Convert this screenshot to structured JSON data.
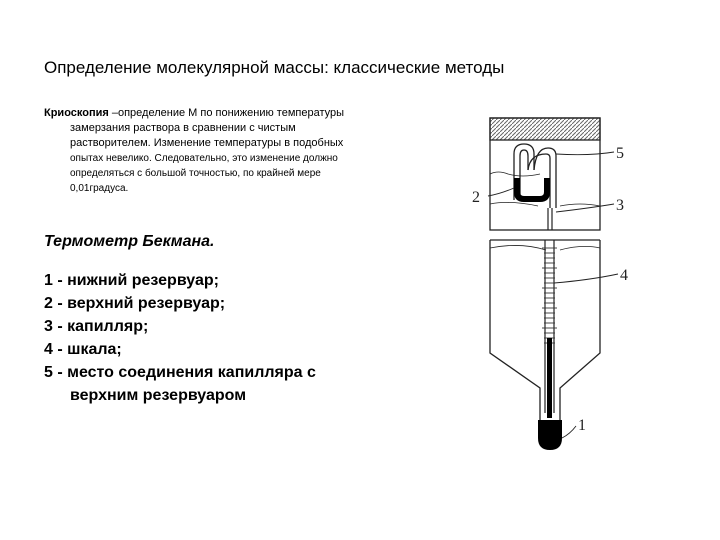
{
  "slide": {
    "title": "Определение молекулярной массы: классические методы"
  },
  "intro": {
    "term": "Криоскопия",
    "line1_rest": " –определение М по понижению температуры",
    "line2": "замерзания раствора в сравнении с чистым",
    "line3": "растворителем. Изменение температуры в подобных",
    "line4": "опытах невелико. Следовательно, это изменение должно",
    "line5": "определяться с большой точностью, по крайней мере",
    "line6": "0,01градуса."
  },
  "beckman": {
    "heading": "Термометр Бекмана."
  },
  "legend": {
    "items": [
      {
        "text": "1 - нижний резервуар;"
      },
      {
        "text": "2 - верхний резервуар;"
      },
      {
        "text": "3 - капилляр;"
      },
      {
        "text": "4 - шкала;"
      },
      {
        "text": "5 - место соединения капилляра с",
        "cont": "верхним резервуаром"
      }
    ]
  },
  "diagram": {
    "labels": {
      "l1": "1",
      "l2": "2",
      "l3": "3",
      "l4": "4",
      "l5": "5"
    },
    "colors": {
      "line": "#222222",
      "mercury": "#000000",
      "cap": "#9a9a9a"
    }
  }
}
